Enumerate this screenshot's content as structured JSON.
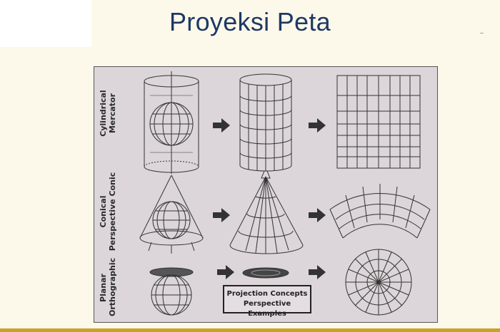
{
  "slide": {
    "title": "Proyeksi Peta",
    "accent_color": "#c9a227",
    "title_color": "#1f3864"
  },
  "figure": {
    "rows": [
      {
        "label_line1": "Cylindrical",
        "label_line2": "Mercator"
      },
      {
        "label_line1": "Conical",
        "label_line2": "Perspective Conic"
      },
      {
        "label_line1": "Planar",
        "label_line2": "Orthographic"
      }
    ],
    "caption_line1": "Projection Concepts",
    "caption_line2": "Perspective Examples",
    "arrow_icon": "right-arrow-icon"
  }
}
